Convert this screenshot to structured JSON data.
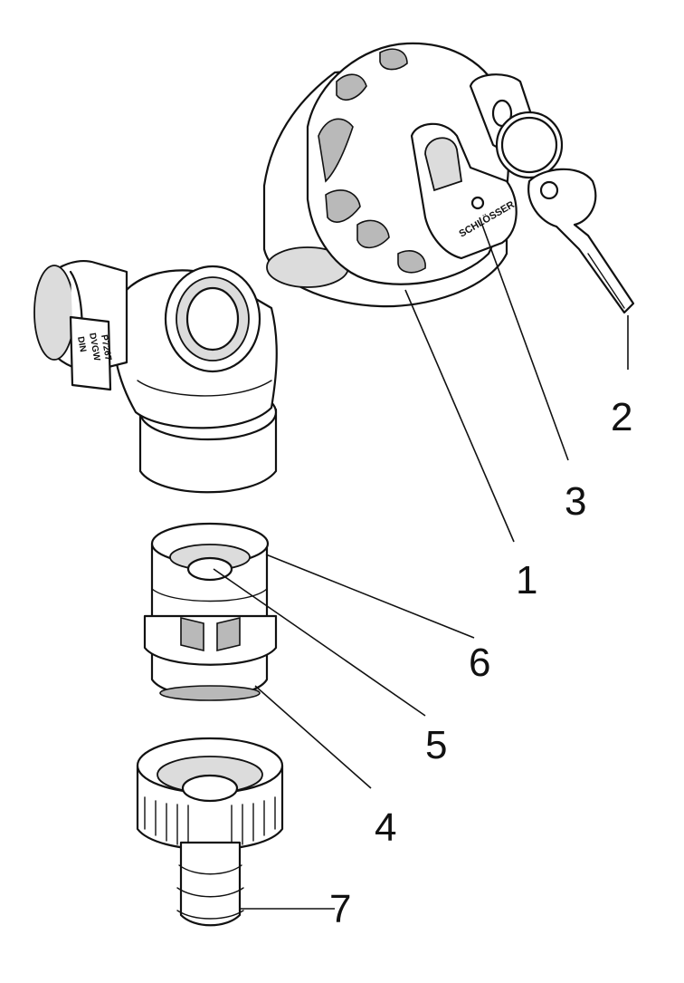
{
  "diagram": {
    "title": "Exploded view of lockable outdoor tap",
    "callouts": [
      {
        "id": "1",
        "label": "1"
      },
      {
        "id": "2",
        "label": "2"
      },
      {
        "id": "3",
        "label": "3"
      },
      {
        "id": "4",
        "label": "4"
      },
      {
        "id": "5",
        "label": "5"
      },
      {
        "id": "6",
        "label": "6"
      },
      {
        "id": "7",
        "label": "7"
      }
    ],
    "body_marking": [
      "DIN",
      "DVGW",
      "P7267"
    ],
    "cap_brand": "SCHLÖSSER"
  }
}
